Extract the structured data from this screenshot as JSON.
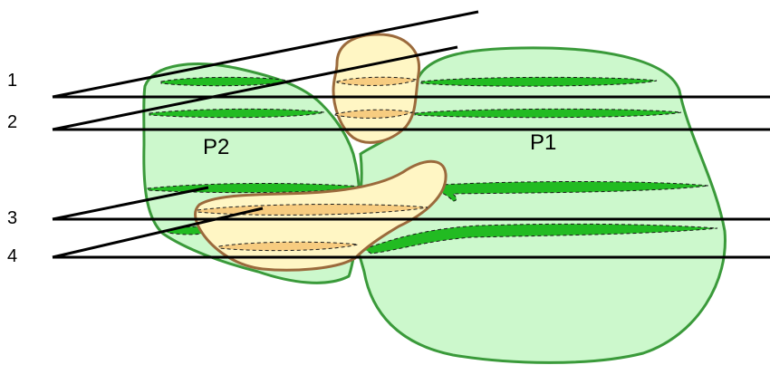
{
  "labels": {
    "line_1": "1",
    "line_2": "2",
    "line_3": "3",
    "line_4": "4",
    "region_p1": "P1",
    "region_p2": "P2"
  },
  "colors": {
    "region_fill": "#ccf8cc",
    "region_stroke": "#3a9a3a",
    "band_fill": "#22bb22",
    "object_fill": "#fff6c4",
    "object_stroke": "#9b6a3c",
    "object_band_fill": "#f7cc80",
    "line": "#000000"
  }
}
